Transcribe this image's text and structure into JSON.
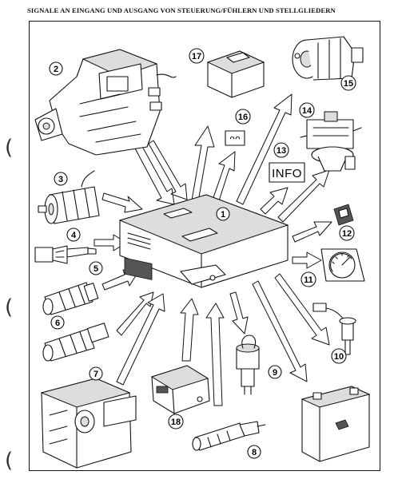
{
  "title": "SIGNALE AN EINGANG UND AUSGANG VON STEUERUNG/FÜHLERN UND STELLGLIEDERN",
  "binding_marks": [
    "(",
    "(",
    "("
  ],
  "info_label": "INFO",
  "relay_symbol": "ᴖᴖ",
  "callouts": [
    {
      "id": "ecu",
      "label": "1"
    },
    {
      "id": "injection-pump",
      "label": "2"
    },
    {
      "id": "starter-solenoid",
      "label": "3"
    },
    {
      "id": "temp-sensor-4",
      "label": "4"
    },
    {
      "id": "switch-5",
      "label": "5"
    },
    {
      "id": "sensor-6",
      "label": "6"
    },
    {
      "id": "air-flow-meter",
      "label": "7"
    },
    {
      "id": "injector-sensor",
      "label": "8"
    },
    {
      "id": "pressure-sensor",
      "label": "9"
    },
    {
      "id": "speed-sensor",
      "label": "10"
    },
    {
      "id": "tachometer",
      "label": "11"
    },
    {
      "id": "diagnostic-connector",
      "label": "12"
    },
    {
      "id": "info-display",
      "label": "13"
    },
    {
      "id": "egr-valve",
      "label": "14"
    },
    {
      "id": "ac-compressor",
      "label": "15"
    },
    {
      "id": "glow-relay",
      "label": "16"
    },
    {
      "id": "control-relay",
      "label": "17"
    },
    {
      "id": "glow-control-unit",
      "label": "18"
    }
  ]
}
